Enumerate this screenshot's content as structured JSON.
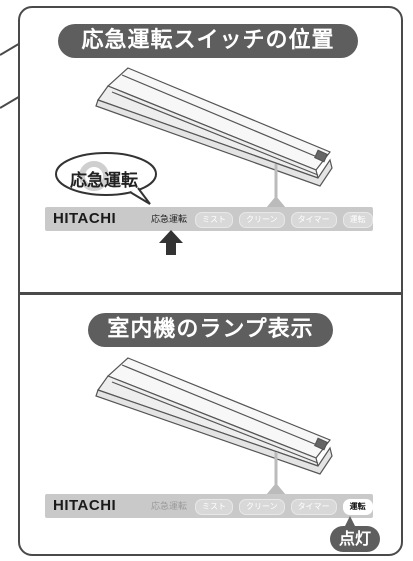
{
  "top_section": {
    "title": "応急運転スイッチの位置",
    "callout": "応急運転",
    "panel": {
      "brand": "HITACHI",
      "lamps": [
        "応急運転",
        "ミスト",
        "クリーン",
        "タイマー",
        "運転"
      ]
    }
  },
  "bottom_section": {
    "title": "室内機のランプ表示",
    "panel": {
      "brand": "HITACHI",
      "lamps": [
        "応急運転",
        "ミスト",
        "クリーン",
        "タイマー",
        "運転"
      ],
      "lit_lamp": "運転"
    },
    "status_tag": "点灯"
  },
  "colors": {
    "title_bg": "#5e5e5e",
    "panel_bg": "#c9c9c9",
    "border": "#4a4a4a"
  }
}
